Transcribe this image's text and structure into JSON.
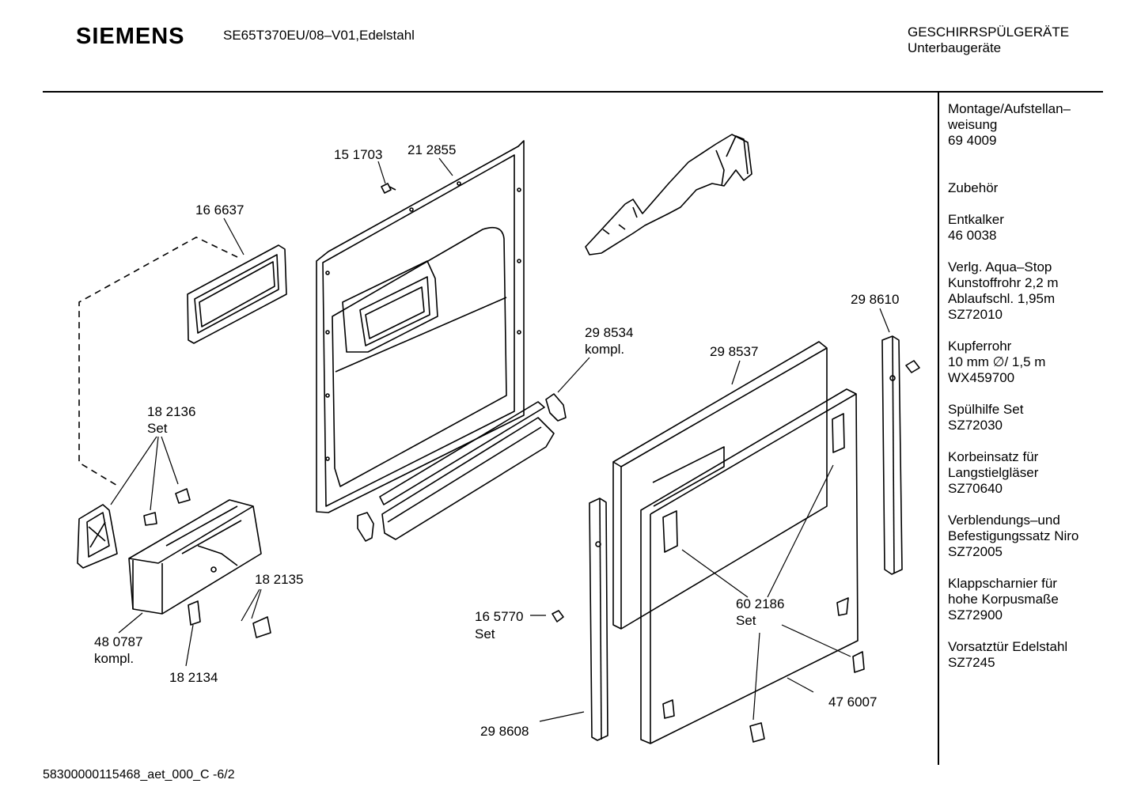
{
  "header": {
    "brand": "SIEMENS",
    "model": "SE65T370EU/08–V01,Edelstahl",
    "category_line1": "GESCHIRRSPÜLGERÄTE",
    "category_line2": "Unterbaugeräte"
  },
  "footer": {
    "doc_id": "58300000115468_aet_000_C   -6/2"
  },
  "parts_list": [
    {
      "lines": [
        "Montage/Aufstellan–",
        "weisung",
        "69 4009"
      ]
    },
    {
      "lines": [
        "Zubehör"
      ]
    },
    {
      "lines": [
        "Entkalker",
        "46 0038"
      ]
    },
    {
      "lines": [
        "Verlg. Aqua–Stop",
        "Kunstoffrohr 2,2 m",
        "Ablaufschl. 1,95m",
        "SZ72010"
      ]
    },
    {
      "lines": [
        "Kupferrohr",
        "10 mm ∅/ 1,5 m",
        "WX459700"
      ]
    },
    {
      "lines": [
        "Spülhilfe Set",
        "SZ72030"
      ]
    },
    {
      "lines": [
        "Korbeinsatz für",
        "Langstielgläser",
        "SZ70640"
      ]
    },
    {
      "lines": [
        "Verblendungs–und",
        "Befestigungssatz Niro",
        "SZ72005"
      ]
    },
    {
      "lines": [
        "Klappscharnier für",
        "hohe Korpusmaße",
        "SZ72900"
      ]
    },
    {
      "lines": [
        "Vorsatztür Edelstahl",
        "SZ7245"
      ]
    }
  ],
  "callouts": {
    "p151703": "15 1703",
    "p212855": "21 2855",
    "p166637": "16 6637",
    "p298534_a": "29 8534",
    "p298534_b": "kompl.",
    "p298537": "29 8537",
    "p298610": "29 8610",
    "p182136_a": "18 2136",
    "p182136_b": "Set",
    "p182135": "18 2135",
    "p480787_a": "48 0787",
    "p480787_b": "kompl.",
    "p182134": "18 2134",
    "p165770_a": "16 5770",
    "p165770_b": "Set",
    "p602186_a": "60 2186",
    "p602186_b": "Set",
    "p476007": "47 6007",
    "p298608": "29 8608"
  }
}
